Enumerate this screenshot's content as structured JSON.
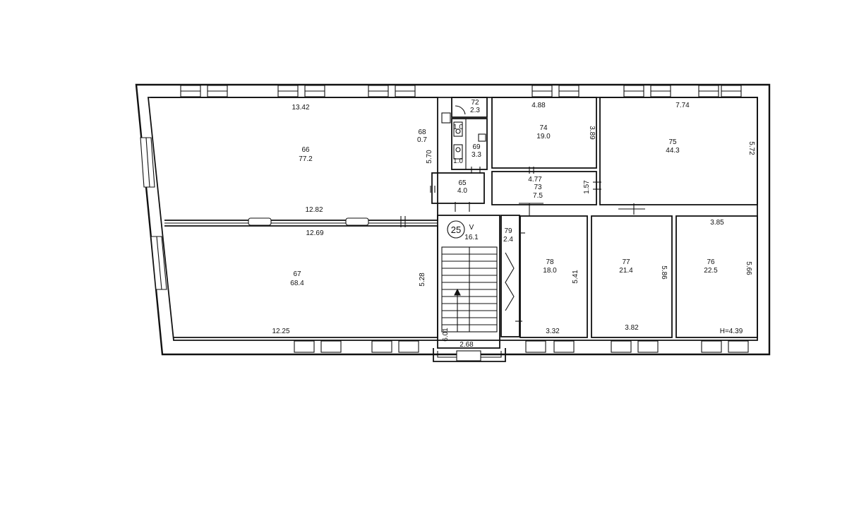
{
  "rooms": [
    {
      "id": "r66",
      "number": "66",
      "area": "77.2"
    },
    {
      "id": "r67",
      "number": "67",
      "area": "68.4"
    },
    {
      "id": "r65",
      "number": "65",
      "area": "4.0"
    },
    {
      "id": "r68",
      "number": "68",
      "area": "0.7"
    },
    {
      "id": "r69",
      "number": "69",
      "area": "3.3"
    },
    {
      "id": "r70",
      "number": "1.0"
    },
    {
      "id": "r71",
      "number": "1.0"
    },
    {
      "id": "r72",
      "number": "72",
      "area": "2.3"
    },
    {
      "id": "r73",
      "number": "73",
      "area": "7.5"
    },
    {
      "id": "r74",
      "number": "74",
      "area": "19.0"
    },
    {
      "id": "r75",
      "number": "75",
      "area": "44.3"
    },
    {
      "id": "r76",
      "number": "76",
      "area": "22.5"
    },
    {
      "id": "r77",
      "number": "77",
      "area": "21.4"
    },
    {
      "id": "r78",
      "number": "78",
      "area": "18.0"
    },
    {
      "id": "r79",
      "number": "79",
      "area": "2.4"
    },
    {
      "id": "stair",
      "number": "V",
      "area": "16.1"
    }
  ],
  "marker": "25",
  "dimensions": {
    "d1342": "13.42",
    "d570": "5.70",
    "d1282": "12.82",
    "d1269": "12.69",
    "d528": "5.28",
    "d1225": "12.25",
    "d601": "6.01",
    "d268": "2.68",
    "d488": "4.88",
    "d389": "3.89",
    "d774": "7.74",
    "d572": "5.72",
    "d477": "4.77",
    "d157": "1.57",
    "d385": "3.85",
    "d541": "5.41",
    "d586": "5.86",
    "d566": "5.66",
    "d332": "3.32",
    "d382": "3.82",
    "dh": "H=4.39"
  }
}
